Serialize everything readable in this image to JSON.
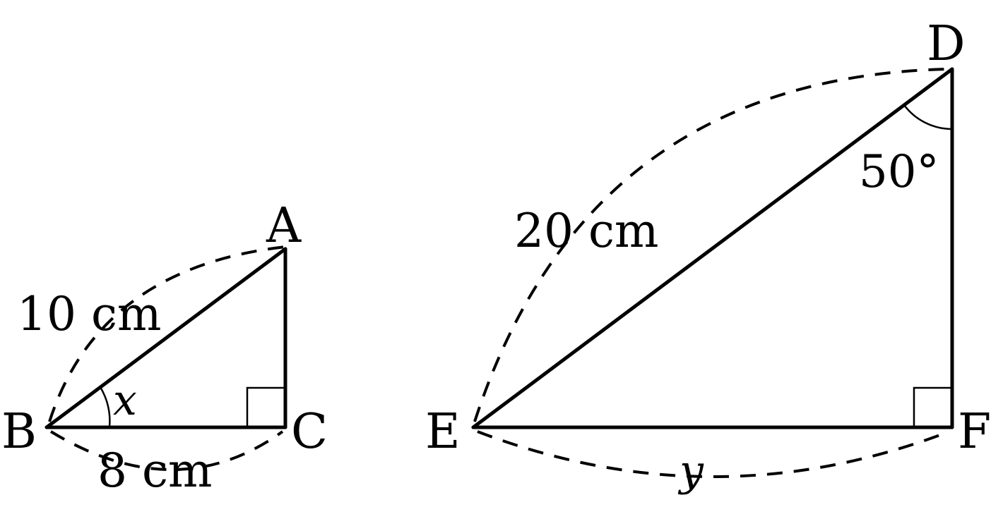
{
  "triangle_abc": {
    "vertices": {
      "A": "A",
      "B": "B",
      "C": "C"
    },
    "side_ab": "10 cm",
    "side_bc": "8 cm",
    "angle_b": "x"
  },
  "triangle_def": {
    "vertices": {
      "D": "D",
      "E": "E",
      "F": "F"
    },
    "side_de": "20 cm",
    "side_ef": "y",
    "angle_d": "50°"
  }
}
